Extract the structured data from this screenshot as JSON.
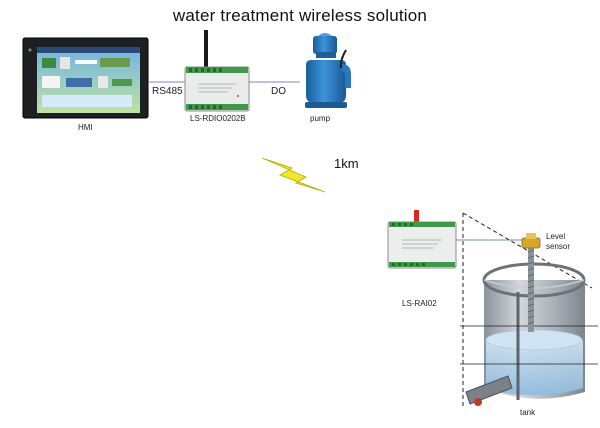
{
  "title": "water treatment wireless solution",
  "labels": {
    "hmi": "HMI",
    "rs485": "RS485",
    "rdio": "LS-RDIO0202B",
    "do": "DO",
    "pump": "pump",
    "distance": "1km",
    "rai": "LS-RAI02",
    "level_sensor": "Level\nsensor",
    "tank": "tank"
  },
  "colors": {
    "link_line": "#6f8fb0",
    "pump_blue": "#2e7fc6",
    "lightning": "#f3e81f",
    "water": "#bcd7ea",
    "tank_gray": "#a7aeb5",
    "sensor_gold": "#d8a52b"
  },
  "icons": [
    "hmi-panel-icon",
    "rdio-module-icon",
    "pump-icon",
    "lightning-icon",
    "rai-module-icon",
    "level-sensor-icon",
    "tank-icon"
  ]
}
